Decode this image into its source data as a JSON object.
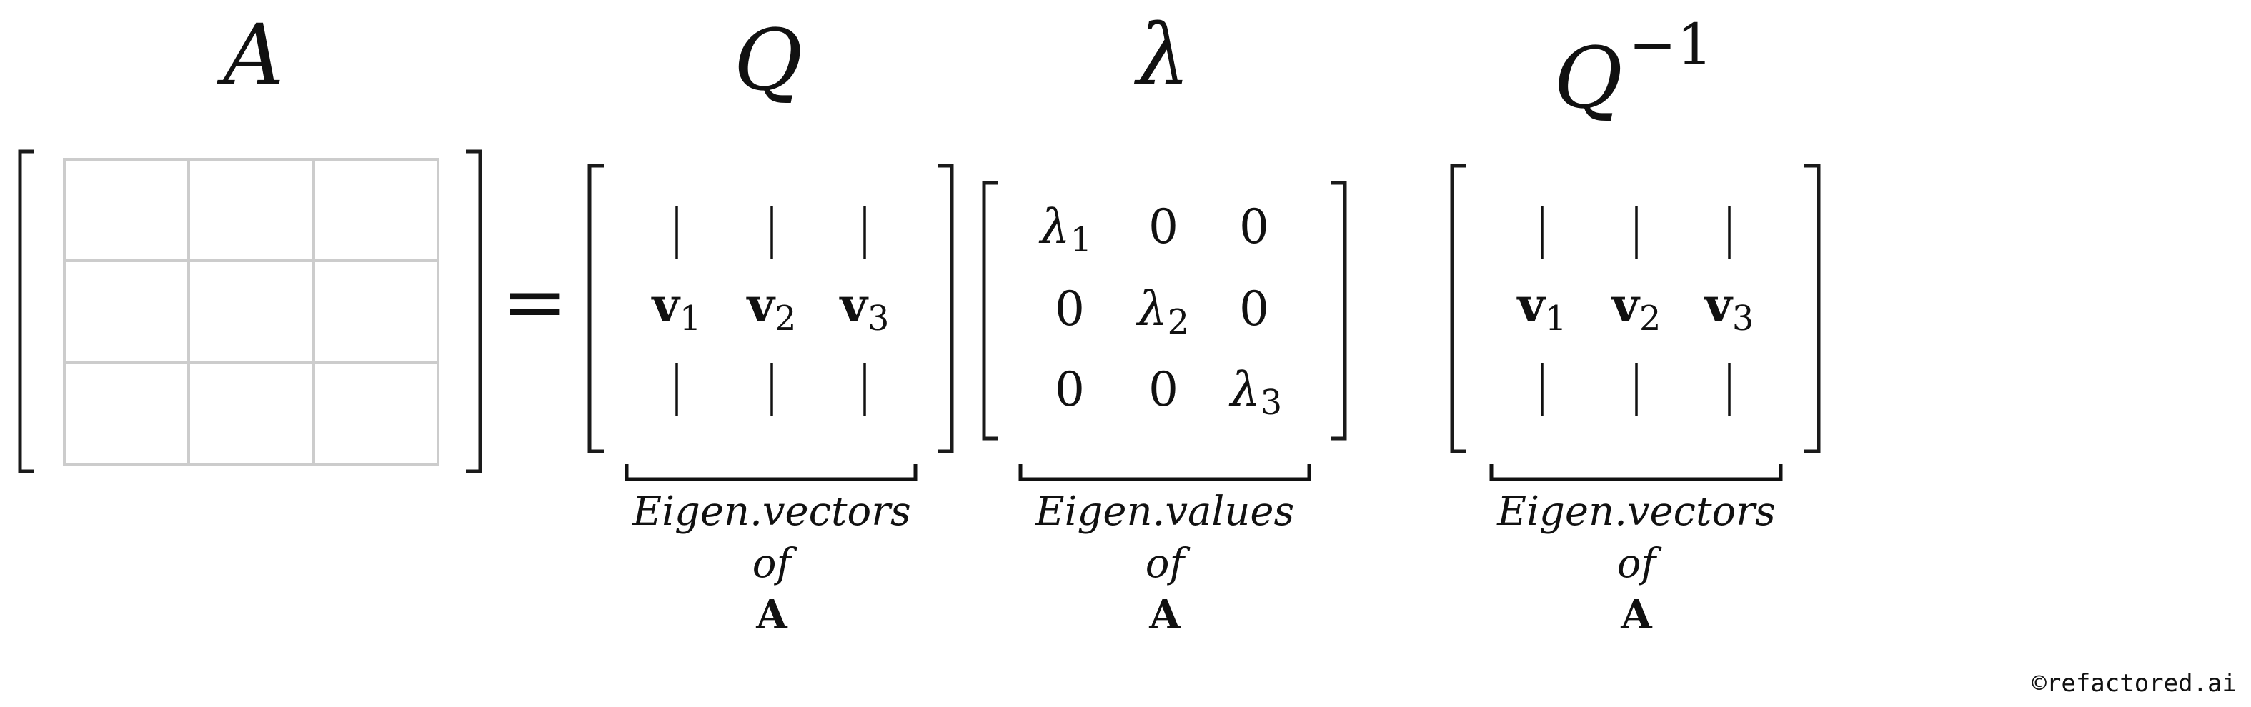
{
  "titles": {
    "A": "A",
    "Q": "Q",
    "lambda": "λ",
    "Q_inv_base": "Q",
    "Q_inv_exp": "−1"
  },
  "equals": "=",
  "vectors": {
    "bar": "|",
    "symbol": "v",
    "subscripts": [
      "1",
      "2",
      "3"
    ]
  },
  "diag": {
    "lambda": "λ",
    "zero": "0",
    "subscripts": [
      "1",
      "2",
      "3"
    ]
  },
  "labels": {
    "eigvec_line1": "Eigen.vectors",
    "eigval_line1": "Eigen.values",
    "of": "of",
    "matrix": "A"
  },
  "watermark": "©refactored.ai"
}
